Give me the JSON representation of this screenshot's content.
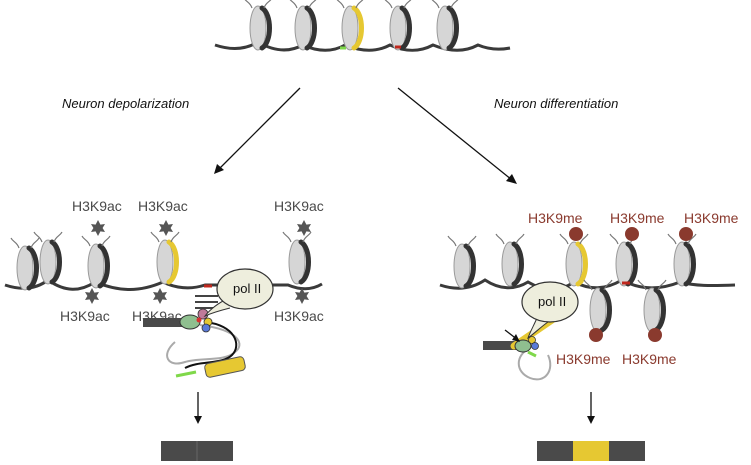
{
  "left_panel": {
    "process_label": "Neuron depolarization",
    "acetyl_marks": [
      "H3K9ac",
      "H3K9ac",
      "H3K9ac",
      "H3K9ac",
      "H3K9ac",
      "H3K9ac"
    ],
    "polymerase_label": "pol II"
  },
  "right_panel": {
    "process_label": "Neuron differentiation",
    "methyl_marks": [
      "H3K9me",
      "H3K9me",
      "H3K9me",
      "H3K9me",
      "H3K9me"
    ],
    "polymerase_label": "pol II"
  },
  "colors": {
    "chromatin": "#3a3a3a",
    "nucleosome": "#d8d8d8",
    "highlight_exon": "#e6c832",
    "acetyl_star": "#555555",
    "methyl_dot": "#8a3a2e",
    "methyl_text": "#8a3a2e",
    "green_mark": "#7fd84a",
    "red_mark": "#c0281e"
  }
}
